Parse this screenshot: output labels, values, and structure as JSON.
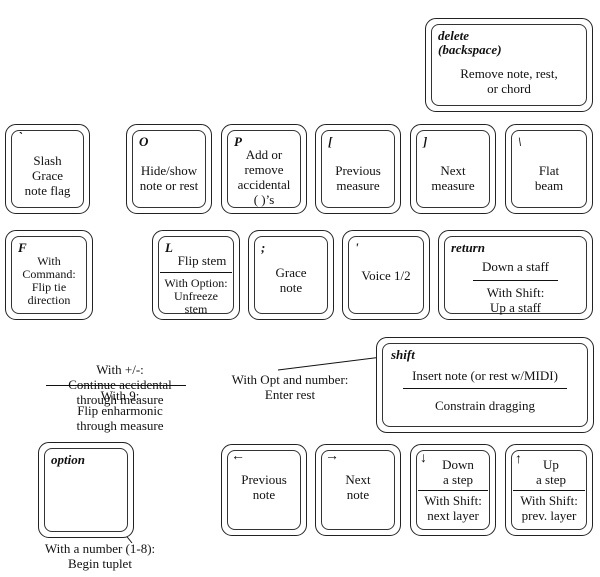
{
  "keys": {
    "delete": {
      "key": "delete",
      "key2": "(backspace)",
      "line1": "Remove note, rest,",
      "line2": "or chord"
    },
    "backtick": {
      "key": "`",
      "line1": "Slash",
      "line2": "Grace",
      "line3": "note flag"
    },
    "o": {
      "key": "O",
      "line1": "Hide/show",
      "line2": "note or rest"
    },
    "p": {
      "key": "P",
      "line1": "Add or",
      "line2": "remove",
      "line3": "accidental",
      "line4": "( )’s"
    },
    "lbracket": {
      "key": "[",
      "line1": "Previous",
      "line2": "measure"
    },
    "rbracket": {
      "key": "]",
      "line1": "Next",
      "line2": "measure"
    },
    "backslash": {
      "key": "\\",
      "line1": "Flat",
      "line2": "beam"
    },
    "f": {
      "key": "F",
      "line1": "With",
      "line2": "Command:",
      "line3": "Flip tie",
      "line4": "direction"
    },
    "l": {
      "key": "L",
      "top": "Flip stem",
      "line1": "With Option:",
      "line2": "Unfreeze",
      "line3": "stem"
    },
    "semicolon": {
      "key": ";",
      "line1": "Grace",
      "line2": "note"
    },
    "quote": {
      "key": "'",
      "line1": "Voice 1/2"
    },
    "return": {
      "key": "return",
      "top": "Down a staff",
      "line1": "With Shift:",
      "line2": "Up a staff"
    },
    "shift": {
      "key": "shift",
      "top": "Insert note (or rest w/MIDI)",
      "bottom": "Constrain dragging"
    },
    "option": {
      "key": "option"
    },
    "left": {
      "key": "←",
      "line1": "Previous",
      "line2": "note"
    },
    "right": {
      "key": "→",
      "line1": "Next",
      "line2": "note"
    },
    "down": {
      "key": "↓",
      "top1": "Down",
      "top2": "a step",
      "line1": "With Shift:",
      "line2": "next layer"
    },
    "up": {
      "key": "↑",
      "top1": "Up",
      "top2": "a step",
      "line1": "With Shift:",
      "line2": "prev. layer"
    }
  },
  "annotations": {
    "plusminus": {
      "line1": "With +/-:",
      "line2": "Continue accidental",
      "line3": "through measure"
    },
    "nine": {
      "line1": "With 9:",
      "line2": "Flip enharmonic",
      "line3": "through measure"
    },
    "optnum": {
      "line1": "With Opt and number:",
      "line2": "Enter rest"
    },
    "tuplet": {
      "line1": "With a number (1-8):",
      "line2": "Begin tuplet"
    }
  }
}
